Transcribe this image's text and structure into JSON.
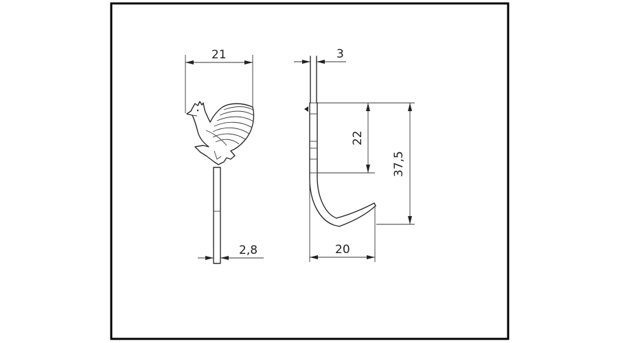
{
  "dimensions": {
    "rooster_width": "21",
    "rod_diameter": "2,8",
    "plate_thickness": "3",
    "upper_hole_spacing": "22",
    "total_height": "37,5",
    "hook_depth": "20"
  }
}
